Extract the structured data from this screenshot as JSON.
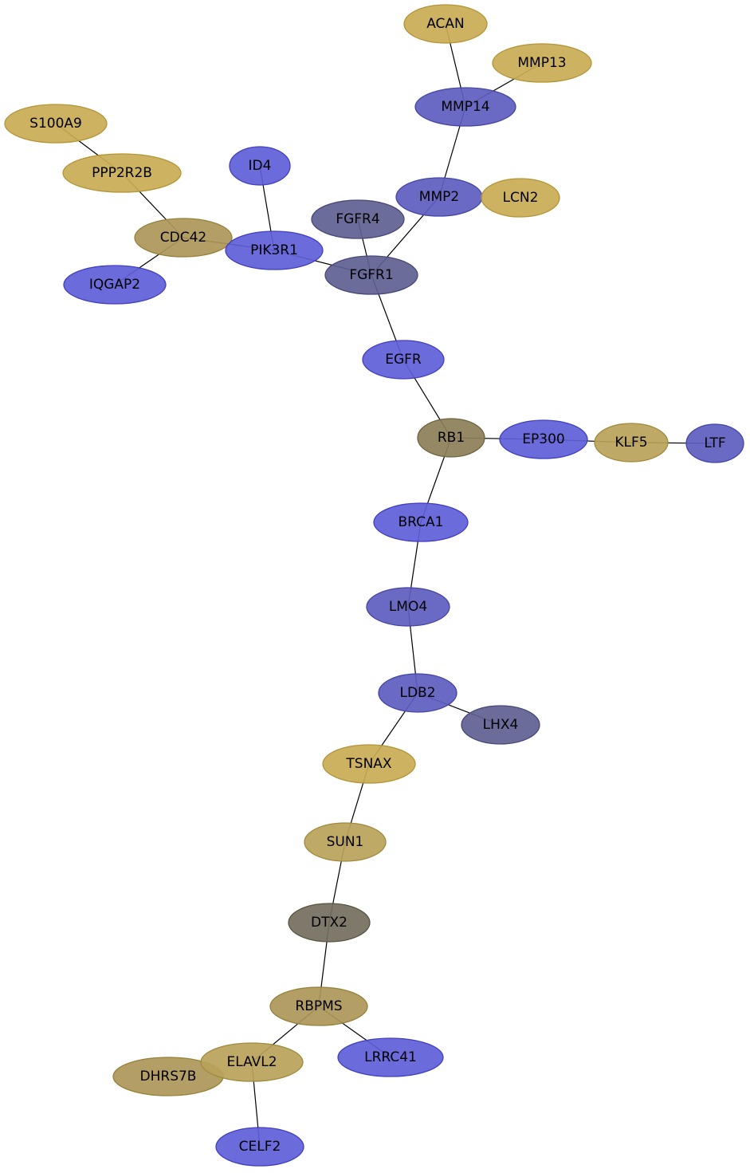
{
  "colors": {
    "gold": "#c9ab55",
    "gold_stroke": "#b39536",
    "tan": "#ad9659",
    "tan_stroke": "#958038",
    "khaki": "#b8a25a",
    "khaki_stroke": "#a08a3c",
    "olive_gray": "#8b7e58",
    "olive_gray_stroke": "#6f6440",
    "dark_gray": "#736e5e",
    "dark_gray_stroke": "#58543f",
    "blue": "#5e5ed8",
    "blue_stroke": "#4040c0",
    "slate_blue": "#5d5dbf",
    "slate_blue_stroke": "#4545a8",
    "navy_gray": "#5e5f90",
    "navy_gray_stroke": "#474875",
    "edge": "#000000"
  },
  "nodes": [
    {
      "id": "ACAN",
      "label": "ACAN",
      "color": "gold"
    },
    {
      "id": "MMP13",
      "label": "MMP13",
      "color": "gold"
    },
    {
      "id": "MMP14",
      "label": "MMP14",
      "color": "slate_blue"
    },
    {
      "id": "S100A9",
      "label": "S100A9",
      "color": "gold"
    },
    {
      "id": "PPP2R2B",
      "label": "PPP2R2B",
      "color": "gold"
    },
    {
      "id": "ID4",
      "label": "ID4",
      "color": "blue"
    },
    {
      "id": "MMP2",
      "label": "MMP2",
      "color": "slate_blue"
    },
    {
      "id": "LCN2",
      "label": "LCN2",
      "color": "gold"
    },
    {
      "id": "FGFR4",
      "label": "FGFR4",
      "color": "navy_gray"
    },
    {
      "id": "CDC42",
      "label": "CDC42",
      "color": "tan"
    },
    {
      "id": "PIK3R1",
      "label": "PIK3R1",
      "color": "blue"
    },
    {
      "id": "FGFR1",
      "label": "FGFR1",
      "color": "navy_gray"
    },
    {
      "id": "IQGAP2",
      "label": "IQGAP2",
      "color": "blue"
    },
    {
      "id": "EGFR",
      "label": "EGFR",
      "color": "blue"
    },
    {
      "id": "RB1",
      "label": "RB1",
      "color": "olive_gray"
    },
    {
      "id": "EP300",
      "label": "EP300",
      "color": "blue"
    },
    {
      "id": "KLF5",
      "label": "KLF5",
      "color": "khaki"
    },
    {
      "id": "LTF",
      "label": "LTF",
      "color": "slate_blue"
    },
    {
      "id": "BRCA1",
      "label": "BRCA1",
      "color": "blue"
    },
    {
      "id": "LMO4",
      "label": "LMO4",
      "color": "slate_blue"
    },
    {
      "id": "LDB2",
      "label": "LDB2",
      "color": "slate_blue"
    },
    {
      "id": "LHX4",
      "label": "LHX4",
      "color": "navy_gray"
    },
    {
      "id": "TSNAX",
      "label": "TSNAX",
      "color": "gold"
    },
    {
      "id": "SUN1",
      "label": "SUN1",
      "color": "khaki"
    },
    {
      "id": "DTX2",
      "label": "DTX2",
      "color": "dark_gray"
    },
    {
      "id": "RBPMS",
      "label": "RBPMS",
      "color": "tan"
    },
    {
      "id": "DHRS7B",
      "label": "DHRS7B",
      "color": "tan"
    },
    {
      "id": "ELAVL2",
      "label": "ELAVL2",
      "color": "khaki"
    },
    {
      "id": "LRRC41",
      "label": "LRRC41",
      "color": "blue"
    },
    {
      "id": "CELF2",
      "label": "CELF2",
      "color": "blue"
    }
  ],
  "edges": [
    [
      "ACAN",
      "MMP14"
    ],
    [
      "MMP13",
      "MMP14"
    ],
    [
      "MMP14",
      "MMP2"
    ],
    [
      "S100A9",
      "PPP2R2B"
    ],
    [
      "PPP2R2B",
      "CDC42"
    ],
    [
      "ID4",
      "PIK3R1"
    ],
    [
      "MMP2",
      "FGFR1"
    ],
    [
      "FGFR4",
      "FGFR1"
    ],
    [
      "CDC42",
      "PIK3R1"
    ],
    [
      "CDC42",
      "IQGAP2"
    ],
    [
      "PIK3R1",
      "FGFR1"
    ],
    [
      "FGFR1",
      "EGFR"
    ],
    [
      "EGFR",
      "RB1"
    ],
    [
      "RB1",
      "EP300"
    ],
    [
      "EP300",
      "KLF5"
    ],
    [
      "KLF5",
      "LTF"
    ],
    [
      "RB1",
      "BRCA1"
    ],
    [
      "BRCA1",
      "LMO4"
    ],
    [
      "LMO4",
      "LDB2"
    ],
    [
      "LDB2",
      "LHX4"
    ],
    [
      "LDB2",
      "TSNAX"
    ],
    [
      "TSNAX",
      "SUN1"
    ],
    [
      "SUN1",
      "DTX2"
    ],
    [
      "DTX2",
      "RBPMS"
    ],
    [
      "RBPMS",
      "ELAVL2"
    ],
    [
      "RBPMS",
      "LRRC41"
    ],
    [
      "ELAVL2",
      "CELF2"
    ]
  ]
}
